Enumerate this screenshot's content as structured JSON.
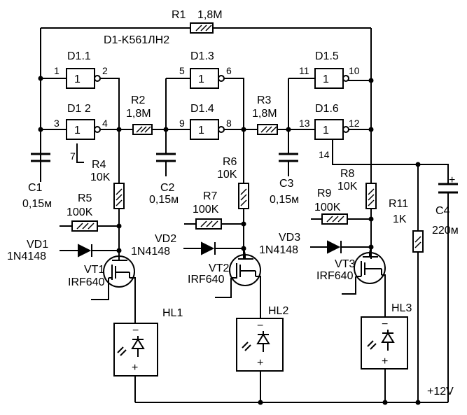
{
  "chip_label": "D1-K561ЛН2",
  "power_label": "+12V",
  "r1": {
    "name": "R1",
    "value": "1,8M"
  },
  "r2": {
    "name": "R2",
    "value": "1,8M"
  },
  "r3": {
    "name": "R3",
    "value": "1,8M"
  },
  "r4": {
    "name": "R4",
    "value": "10K"
  },
  "r5": {
    "name": "R5",
    "value": "100K"
  },
  "r6": {
    "name": "R6",
    "value": "10K"
  },
  "r7": {
    "name": "R7",
    "value": "100K"
  },
  "r8": {
    "name": "R8",
    "value": "10K"
  },
  "r9": {
    "name": "R9",
    "value": "100K"
  },
  "r11": {
    "name": "R11",
    "value": "1K"
  },
  "c1": {
    "name": "C1",
    "value": "0,15м"
  },
  "c2": {
    "name": "C2",
    "value": "0,15м"
  },
  "c3": {
    "name": "C3",
    "value": "0,15м"
  },
  "c4": {
    "name": "C4",
    "value": "220м"
  },
  "vd1": {
    "name": "VD1",
    "value": "1N4148"
  },
  "vd2": {
    "name": "VD2",
    "value": "1N4148"
  },
  "vd3": {
    "name": "VD3",
    "value": "1N4148"
  },
  "vt1": {
    "name": "VT1",
    "value": "IRF640"
  },
  "vt2": {
    "name": "VT2",
    "value": "IRF640"
  },
  "vt3": {
    "name": "VT3",
    "value": "IRF640"
  },
  "hl1": "HL1",
  "hl2": "HL2",
  "hl3": "HL3",
  "gates": [
    {
      "name": "D1.1",
      "sym": "1",
      "in": "1",
      "out": "2"
    },
    {
      "name": "D1 2",
      "sym": "1",
      "in": "3",
      "out": "4",
      "extra": "7"
    },
    {
      "name": "D1.3",
      "sym": "1",
      "in": "5",
      "out": "6"
    },
    {
      "name": "D1.4",
      "sym": "1",
      "in": "9",
      "out": "8"
    },
    {
      "name": "D1.5",
      "sym": "1",
      "in": "11",
      "out": "10"
    },
    {
      "name": "D1.6",
      "sym": "1",
      "in": "13",
      "out": "12",
      "extra": "14"
    }
  ],
  "polarity_plus": "+",
  "polarity_minus": "−"
}
